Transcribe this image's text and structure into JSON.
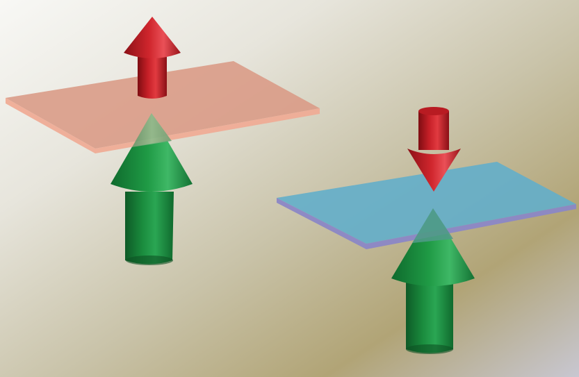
{
  "colors": {
    "background_light": "#f4f4f1",
    "background_mid": "#d3ccb7",
    "background_olive": "#b1a476",
    "background_edge": "#c7c6cf",
    "left_plate_top": "#d99a85",
    "left_plate_edge": "#efac96",
    "right_plate_top": "#63aeca",
    "right_plate_edge": "#8b87c6",
    "red_arrow": "#d2232a",
    "green_arrow": "#1f9a45"
  },
  "diagram": {
    "panels": [
      {
        "id": "left",
        "plate": "salmon",
        "red_arrow_direction": "up",
        "green_arrow_direction": "up"
      },
      {
        "id": "right",
        "plate": "blue",
        "red_arrow_direction": "down",
        "green_arrow_direction": "up"
      }
    ]
  }
}
